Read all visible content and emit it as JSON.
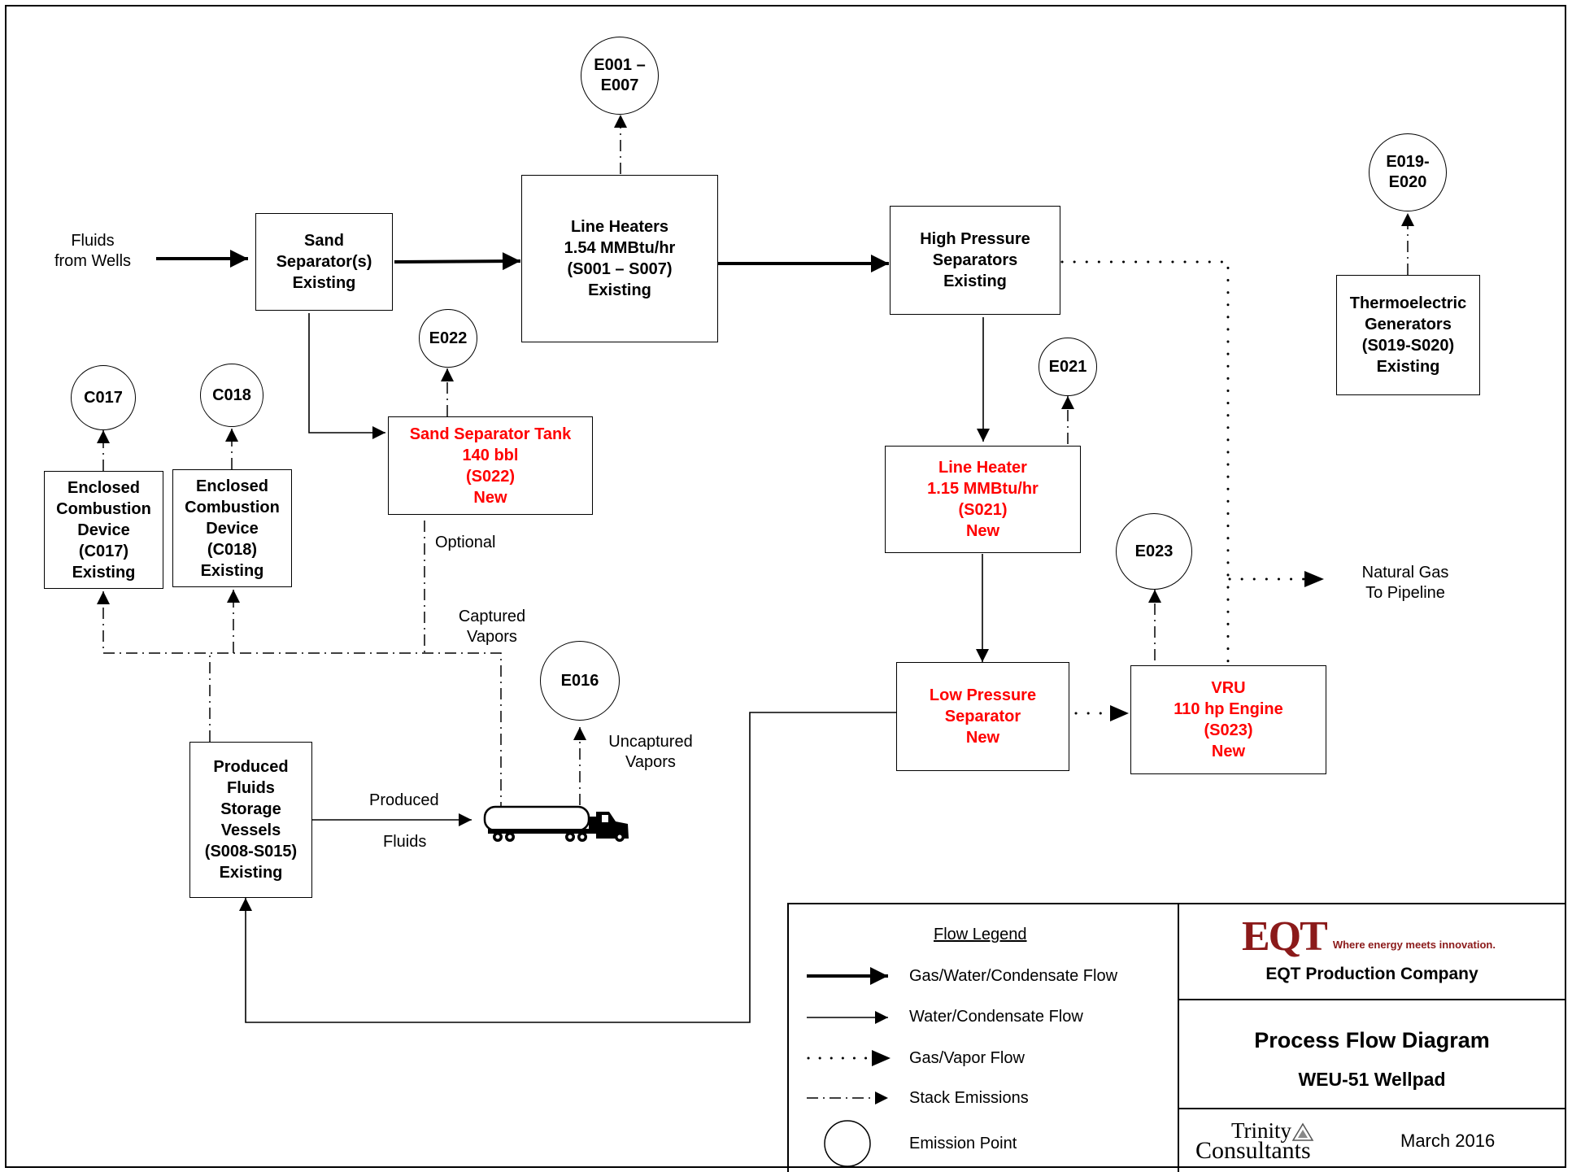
{
  "inputs": {
    "fluids_from_wells": [
      "Fluids",
      "from Wells"
    ],
    "natural_gas": [
      "Natural Gas",
      "To Pipeline"
    ]
  },
  "units": {
    "sand_separator": [
      "Sand",
      "Separator(s)",
      "Existing"
    ],
    "line_heaters": [
      "Line Heaters",
      "1.54 MMBtu/hr",
      "(S001 – S007)",
      "Existing"
    ],
    "hp_separators": [
      "High Pressure",
      "Separators",
      "Existing"
    ],
    "thermoelectric": [
      "Thermoelectric",
      "Generators",
      "(S019-S020)",
      "Existing"
    ],
    "sand_tank": [
      "Sand Separator Tank",
      "140 bbl",
      "(S022)",
      "New"
    ],
    "line_heater_new": [
      "Line Heater",
      "1.15 MMBtu/hr",
      "(S021)",
      "New"
    ],
    "ecd_c017": [
      "Enclosed",
      "Combustion",
      "Device",
      "(C017)",
      "Existing"
    ],
    "ecd_c018": [
      "Enclosed",
      "Combustion",
      "Device",
      "(C018)",
      "Existing"
    ],
    "lp_separator": [
      "Low Pressure",
      "Separator",
      "New"
    ],
    "vru": [
      "VRU",
      "110 hp Engine",
      "(S023)",
      "New"
    ],
    "storage_vessels": [
      "Produced",
      "Fluids",
      "Storage",
      "Vessels",
      "(S008-S015)",
      "Existing"
    ]
  },
  "emission_points": {
    "e001": [
      "E001 –",
      "E007"
    ],
    "e019": [
      "E019-",
      "E020"
    ],
    "e022": [
      "E022"
    ],
    "e021": [
      "E021"
    ],
    "c017": [
      "C017"
    ],
    "c018": [
      "C018"
    ],
    "e023": [
      "E023"
    ],
    "e016": [
      "E016"
    ]
  },
  "flow_labels": {
    "optional": "Optional",
    "captured_vapors": [
      "Captured",
      "Vapors"
    ],
    "uncaptured_vapors": [
      "Uncaptured",
      "Vapors"
    ],
    "produced": "Produced",
    "fluids": "Fluids"
  },
  "legend": {
    "title": "Flow Legend",
    "gas_water": "Gas/Water/Condensate Flow",
    "water": "Water/Condensate Flow",
    "gas_vapor": "Gas/Vapor Flow",
    "stack": "Stack Emissions",
    "emission_point": "Emission Point"
  },
  "title_block": {
    "logo_text": "EQT",
    "tagline": "Where energy meets innovation.",
    "company": "EQT Production Company",
    "title": "Process Flow Diagram",
    "subtitle": "WEU-51 Wellpad",
    "consultant_logo": [
      "Trinity",
      "Consultants"
    ],
    "date": "March 2016"
  },
  "colors": {
    "new_equipment": "#ff0000",
    "eqt_red": "#8b1a1a",
    "line": "#000000"
  }
}
